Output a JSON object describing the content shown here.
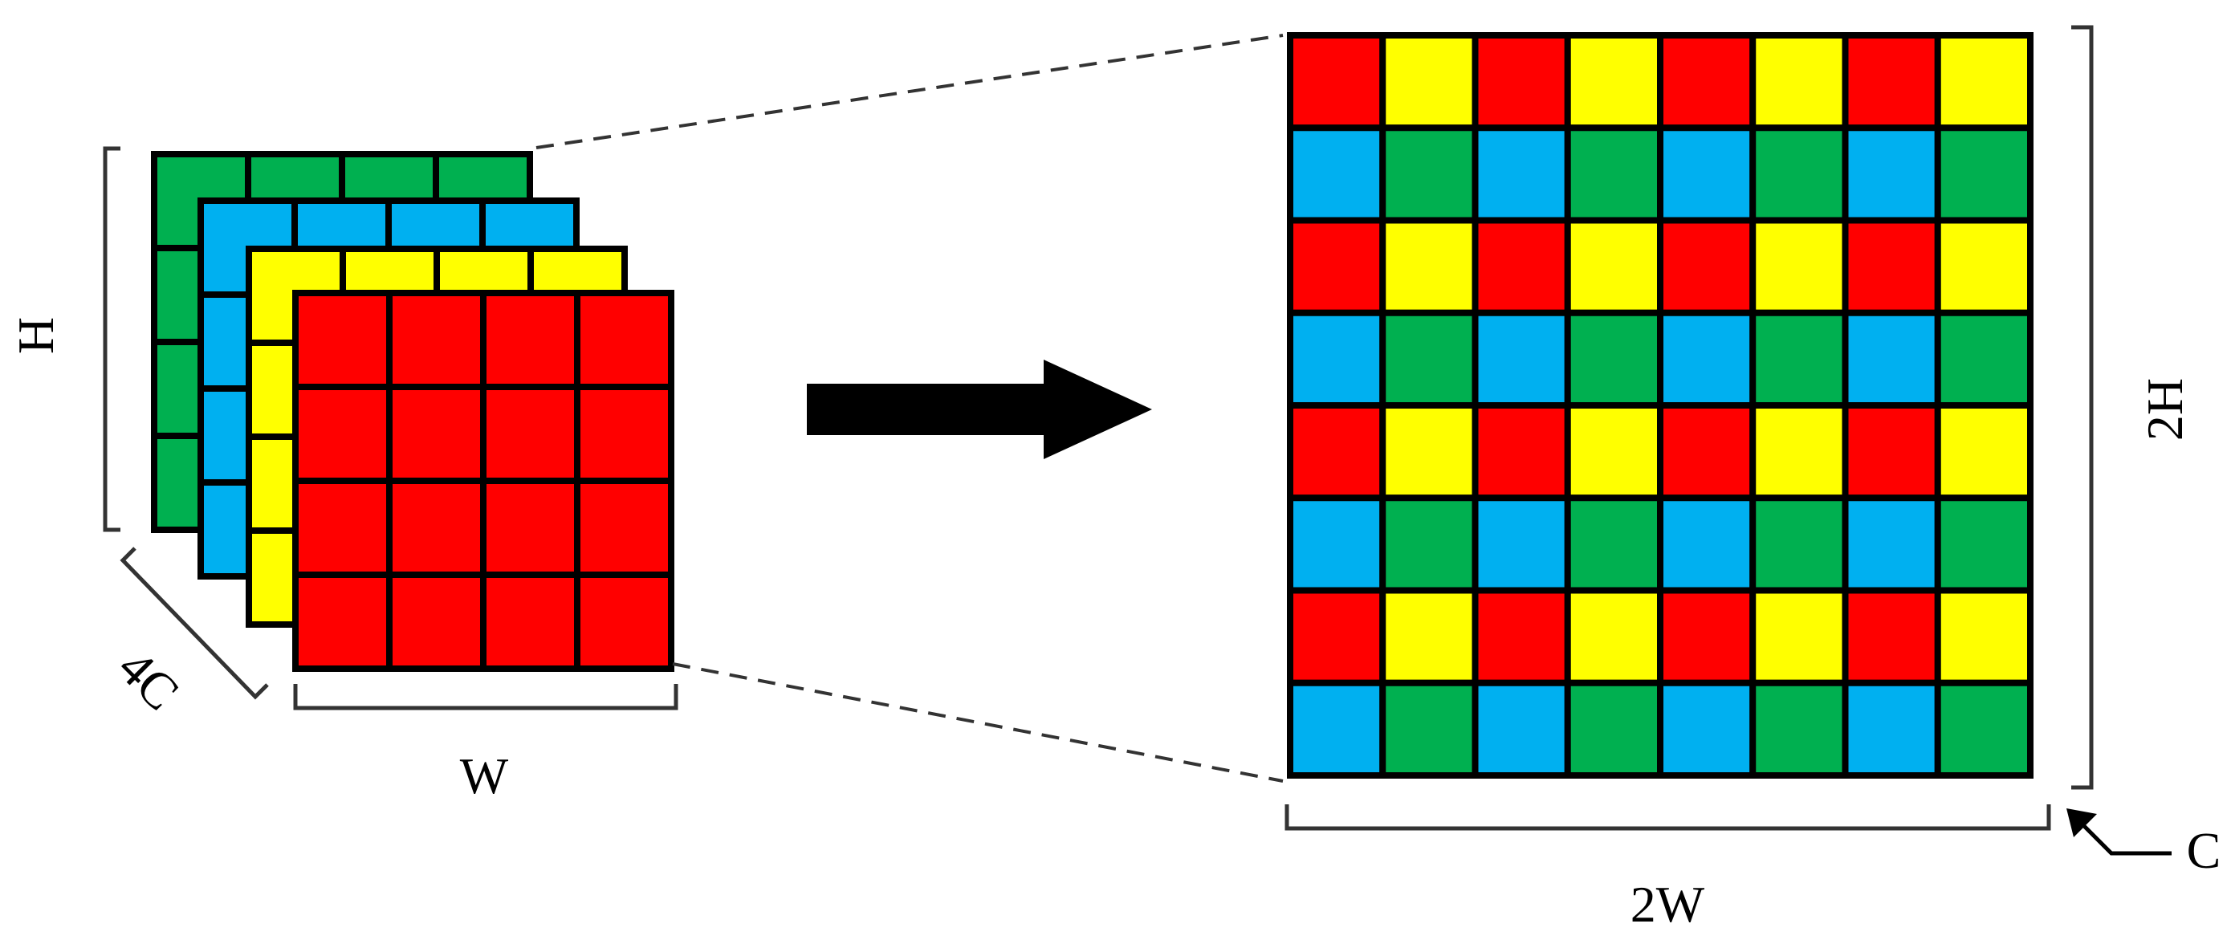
{
  "labels": {
    "input_height": "H",
    "input_width": "W",
    "input_channels": "4C",
    "output_height": "2H",
    "output_width": "2W",
    "output_channels": "C"
  },
  "input_grid": {
    "rows": 4,
    "cols": 4
  },
  "output_grid": {
    "rows": 8,
    "cols": 8
  },
  "colors": {
    "red": "#ff0000",
    "yellow": "#ffff00",
    "blue": "#00b0f0",
    "green": "#00b050",
    "outline": "#000000",
    "bracket": "#333333"
  },
  "input_layers_back_to_front": [
    "green",
    "blue",
    "yellow",
    "red"
  ],
  "output_pattern": {
    "even_rows": [
      "red",
      "yellow"
    ],
    "odd_rows": [
      "blue",
      "green"
    ]
  }
}
